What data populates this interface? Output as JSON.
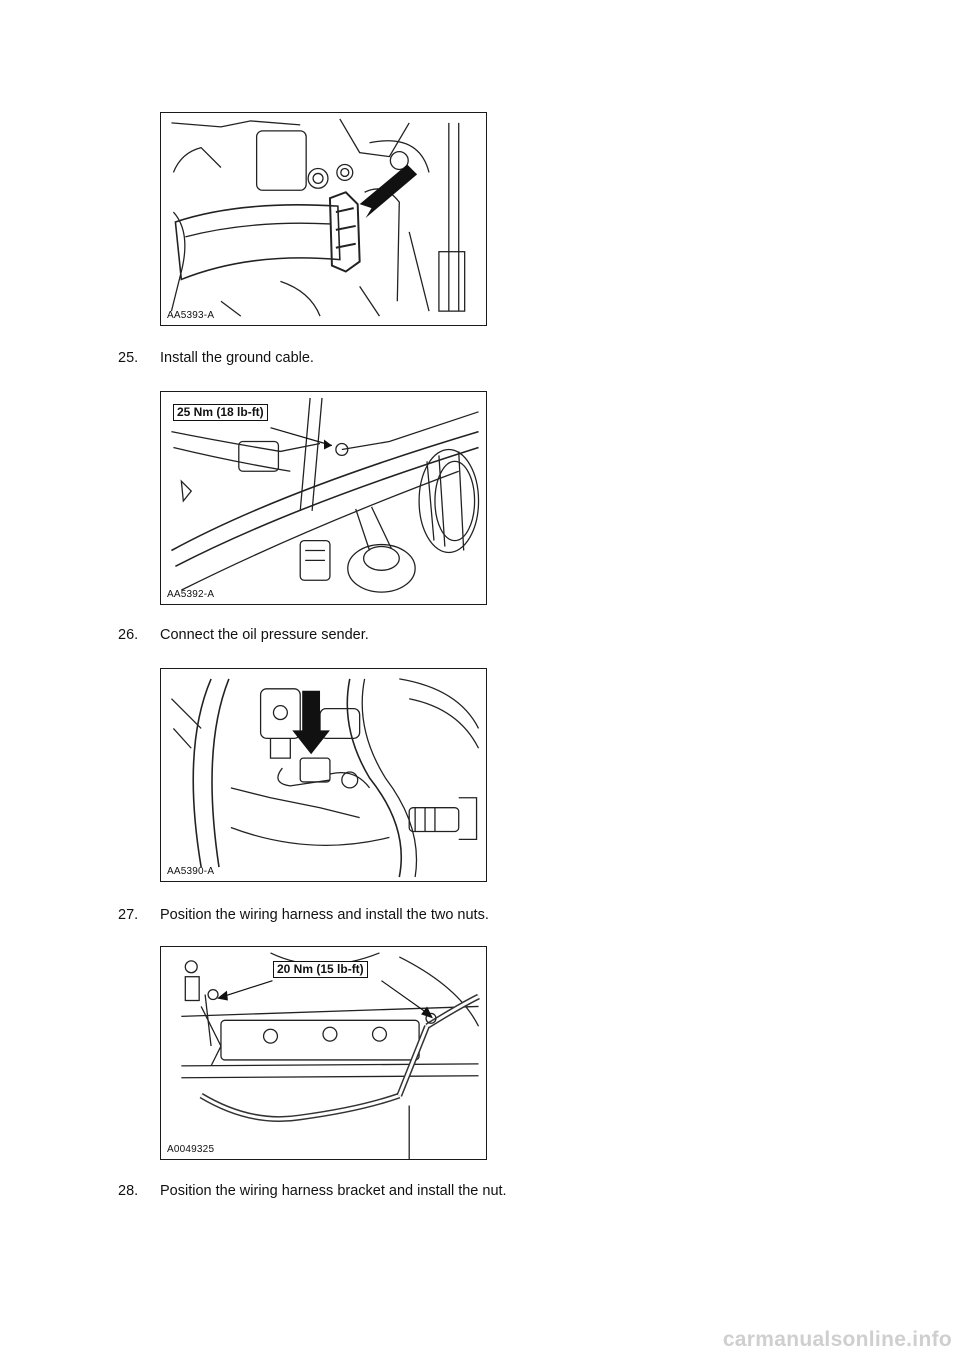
{
  "figures": [
    {
      "id": "AA5393-A"
    },
    {
      "id": "AA5392-A",
      "torque": "25 Nm (18 lb-ft)"
    },
    {
      "id": "AA5390-A"
    },
    {
      "id": "A0049325",
      "torque": "20 Nm (15 lb-ft)"
    }
  ],
  "steps": [
    {
      "num": "25.",
      "text": "Install the ground cable."
    },
    {
      "num": "26.",
      "text": "Connect the oil pressure sender."
    },
    {
      "num": "27.",
      "text": "Position the wiring harness and install the two nuts."
    },
    {
      "num": "28.",
      "text": "Position the wiring harness bracket and install the nut."
    }
  ],
  "watermark": "carmanualsonline.info"
}
